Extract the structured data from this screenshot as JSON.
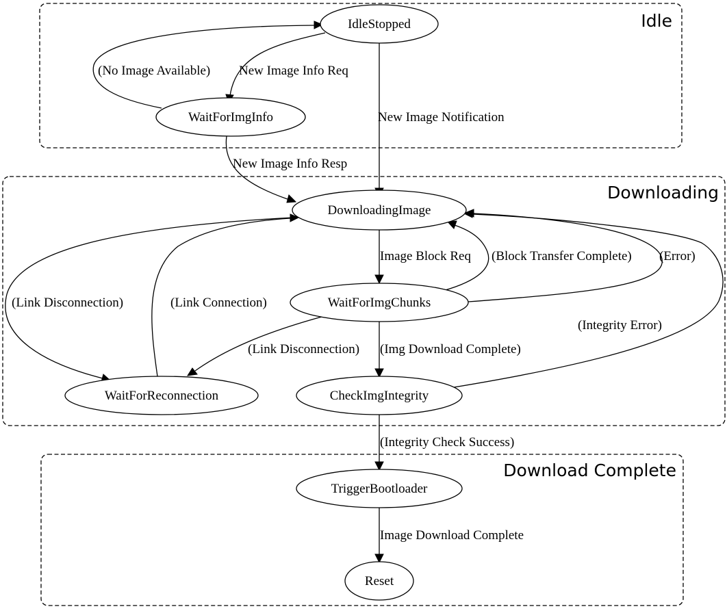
{
  "clusters": {
    "idle": "Idle",
    "downloading": "Downloading",
    "complete": "Download Complete"
  },
  "nodes": {
    "idle_stopped": "IdleStopped",
    "wait_for_img_info": "WaitForImgInfo",
    "downloading_image": "DownloadingImage",
    "wait_for_img_chunks": "WaitForImgChunks",
    "wait_for_reconnection": "WaitForReconnection",
    "check_img_integrity": "CheckImgIntegrity",
    "trigger_bootloader": "TriggerBootloader",
    "reset": "Reset"
  },
  "edges": {
    "no_image_available": "(No Image Available)",
    "new_image_info_req": "New Image Info Req",
    "new_image_notification": "New Image Notification",
    "new_image_info_resp": "New Image Info Resp",
    "image_block_req": "Image Block Req",
    "block_transfer_complete": "(Block Transfer Complete)",
    "error": "(Error)",
    "link_disconnection_1": "(Link Disconnection)",
    "link_connection": "(Link Connection)",
    "link_disconnection_2": "(Link Disconnection)",
    "img_download_complete": "(Img Download Complete)",
    "integrity_error": "(Integrity Error)",
    "integrity_check_success": "(Integrity Check Success)",
    "image_download_complete": "Image Download Complete"
  }
}
